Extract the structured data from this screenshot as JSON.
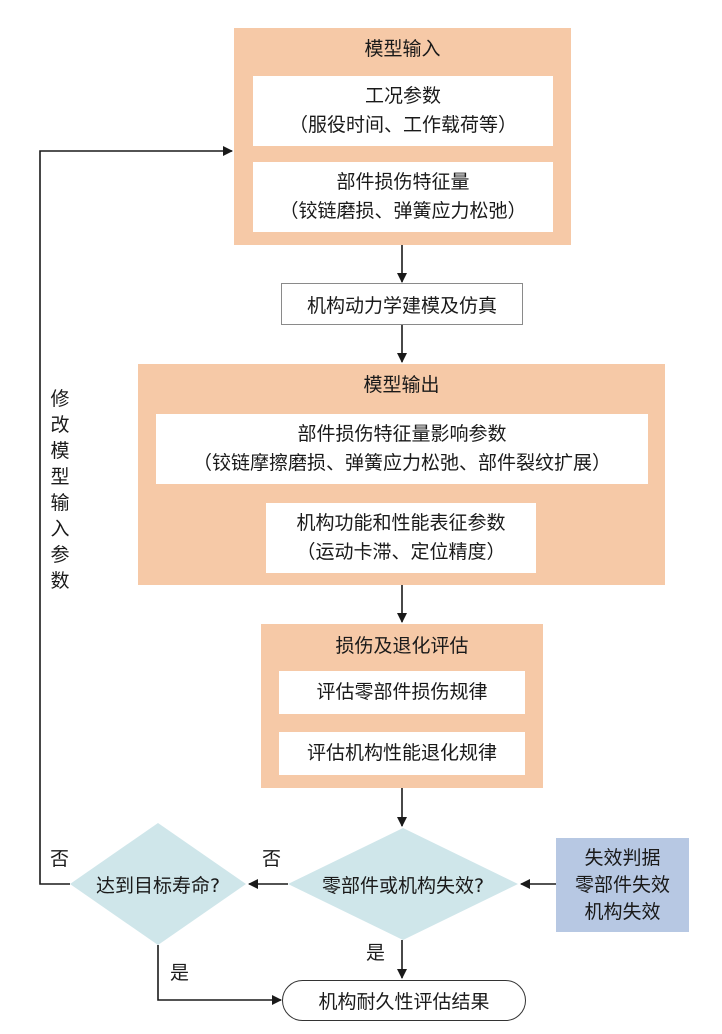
{
  "model_input": {
    "title": "模型输入",
    "box1": {
      "line1": "工况参数",
      "line2": "（服役时间、工作载荷等）"
    },
    "box2": {
      "line1": "部件损伤特征量",
      "line2": "（铰链磨损、弹簧应力松弛）"
    }
  },
  "simulation": {
    "label": "机构动力学建模及仿真"
  },
  "model_output": {
    "title": "模型输出",
    "box1": {
      "line1": "部件损伤特征量影响参数",
      "line2": "（铰链摩擦磨损、弹簧应力松弛、部件裂纹扩展）"
    },
    "box2": {
      "line1": "机构功能和性能表征参数",
      "line2": "（运动卡滞、定位精度）"
    }
  },
  "assessment": {
    "title": "损伤及退化评估",
    "item1": "评估零部件损伤规律",
    "item2": "评估机构性能退化规律"
  },
  "decision_failure": {
    "label": "零部件或机构失效?"
  },
  "decision_life": {
    "label": "达到目标寿命?"
  },
  "criteria": {
    "line1": "失效判据",
    "line2": "零部件失效",
    "line3": "机构失效"
  },
  "result": {
    "label": "机构耐久性评估结果"
  },
  "labels": {
    "no1": "否",
    "no2": "否",
    "yes1": "是",
    "yes2": "是"
  },
  "feedback": {
    "label": "修改模型输入参数"
  },
  "colors": {
    "panel": "#f6c9a7",
    "diamond": "#cfe6ea",
    "criteria": "#b7c8e3"
  }
}
